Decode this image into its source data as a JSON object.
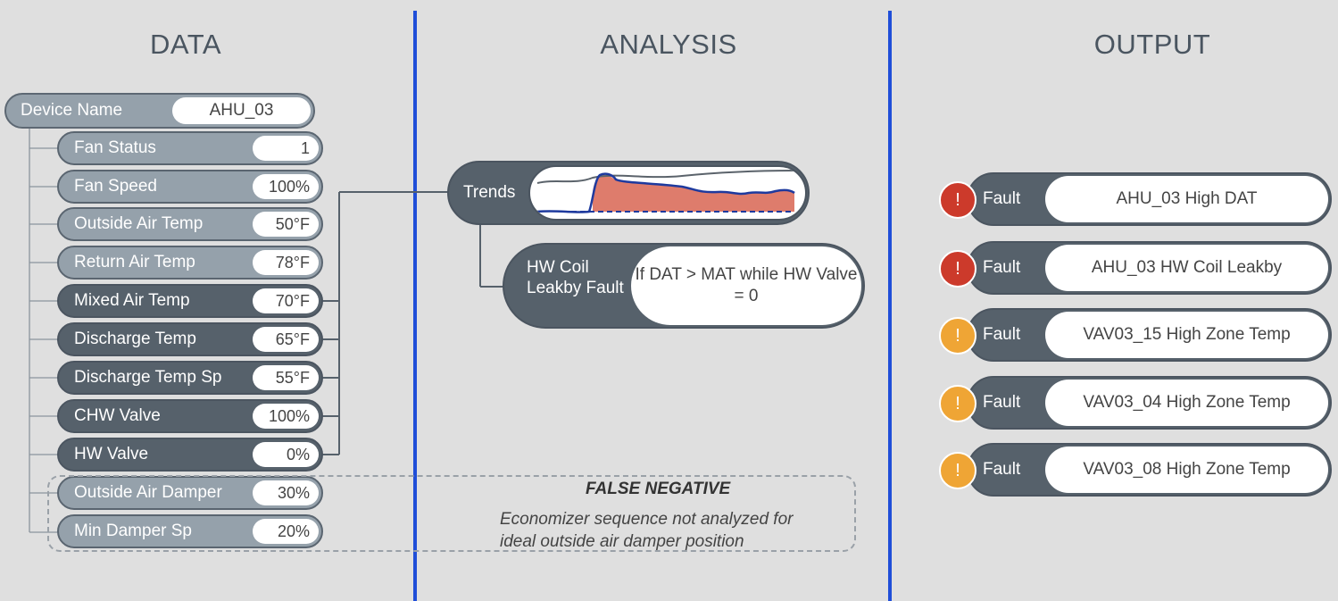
{
  "columns": {
    "data": "DATA",
    "analysis": "ANALYSIS",
    "output": "OUTPUT"
  },
  "device": {
    "label": "Device Name",
    "value": "AHU_03"
  },
  "points": [
    {
      "label": "Fan Status",
      "value": "1",
      "style": "light"
    },
    {
      "label": "Fan Speed",
      "value": "100%",
      "style": "light"
    },
    {
      "label": "Outside Air Temp",
      "value": "50°F",
      "style": "light"
    },
    {
      "label": "Return Air Temp",
      "value": "78°F",
      "style": "light"
    },
    {
      "label": "Mixed Air Temp",
      "value": "70°F",
      "style": "dark"
    },
    {
      "label": "Discharge Temp",
      "value": "65°F",
      "style": "dark"
    },
    {
      "label": "Discharge Temp Sp",
      "value": "55°F",
      "style": "dark"
    },
    {
      "label": "CHW Valve",
      "value": "100%",
      "style": "dark"
    },
    {
      "label": "HW Valve",
      "value": "0%",
      "style": "dark"
    },
    {
      "label": "Outside Air Damper",
      "value": "30%",
      "style": "light"
    },
    {
      "label": "Min Damper Sp",
      "value": "20%",
      "style": "light"
    }
  ],
  "analysis": {
    "trends_label": "Trends",
    "rule_name": "HW Coil Leakby Fault",
    "rule_text": "If DAT > MAT while HW Valve = 0"
  },
  "false_negative": {
    "title": "FALSE NEGATIVE",
    "text": "Economizer sequence not analyzed for ideal outside air damper position"
  },
  "faults": [
    {
      "label": "Fault",
      "message": "AHU_03 High DAT",
      "severity": "critical",
      "color": "#cc3a2b",
      "icon": "exclamation-icon"
    },
    {
      "label": "Fault",
      "message": "AHU_03 HW Coil Leakby",
      "severity": "critical",
      "color": "#cc3a2b",
      "icon": "exclamation-icon"
    },
    {
      "label": "Fault",
      "message": "VAV03_15 High Zone Temp",
      "severity": "warning",
      "color": "#efa535",
      "icon": "exclamation-icon"
    },
    {
      "label": "Fault",
      "message": "VAV03_04 High Zone Temp",
      "severity": "warning",
      "color": "#efa535",
      "icon": "exclamation-icon"
    },
    {
      "label": "Fault",
      "message": "VAV03_08 High Zone Temp",
      "severity": "warning",
      "color": "#efa535",
      "icon": "exclamation-icon"
    }
  ],
  "colors": {
    "divider": "#1f4ed8",
    "dark_pill": "#56616b",
    "light_pill": "#95a1ab",
    "trend_fill": "#de7c6c",
    "trend_line": "#1e3a9e"
  }
}
